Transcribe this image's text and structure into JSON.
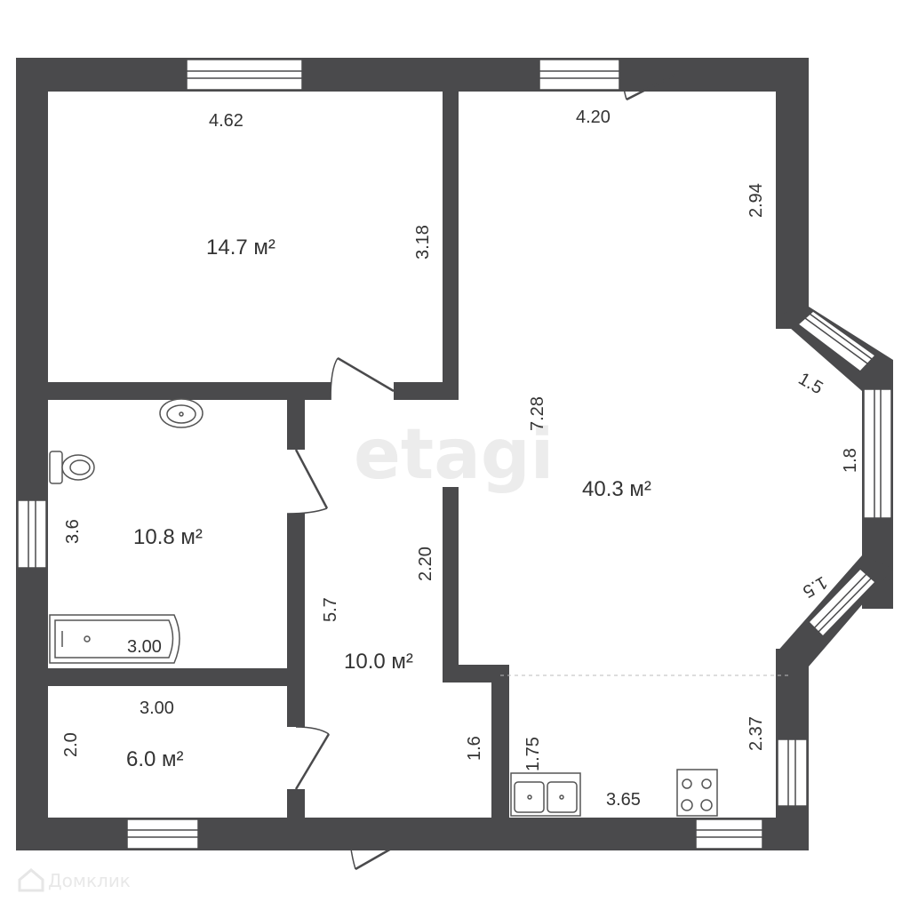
{
  "watermark": {
    "text": "etagi"
  },
  "brand": {
    "text": "Домклик"
  },
  "rooms": {
    "bedroom": {
      "area": "14.7 м²",
      "width": "4.62",
      "depth": "3.18"
    },
    "living": {
      "area": "40.3 м²",
      "width": "4.20",
      "side": "2.94",
      "length": "7.28",
      "bay_upper": "1.5",
      "bay_middle": "1.8",
      "bay_lower": "1.5",
      "lower_side": "2.37"
    },
    "bathroom": {
      "area": "10.8 м²",
      "depth": "3.6",
      "bath": "3.00"
    },
    "hall": {
      "area": "10.0 м²",
      "length": "5.7",
      "partial": "2.20",
      "lower": "1.6"
    },
    "storage": {
      "area": "6.0 м²",
      "width": "3.00",
      "depth": "2.0"
    },
    "kitchen": {
      "depth": "1.75",
      "width": "3.65"
    }
  },
  "colors": {
    "wall": "#4a4a4c",
    "background": "#ffffff",
    "fixture": "#555555"
  }
}
